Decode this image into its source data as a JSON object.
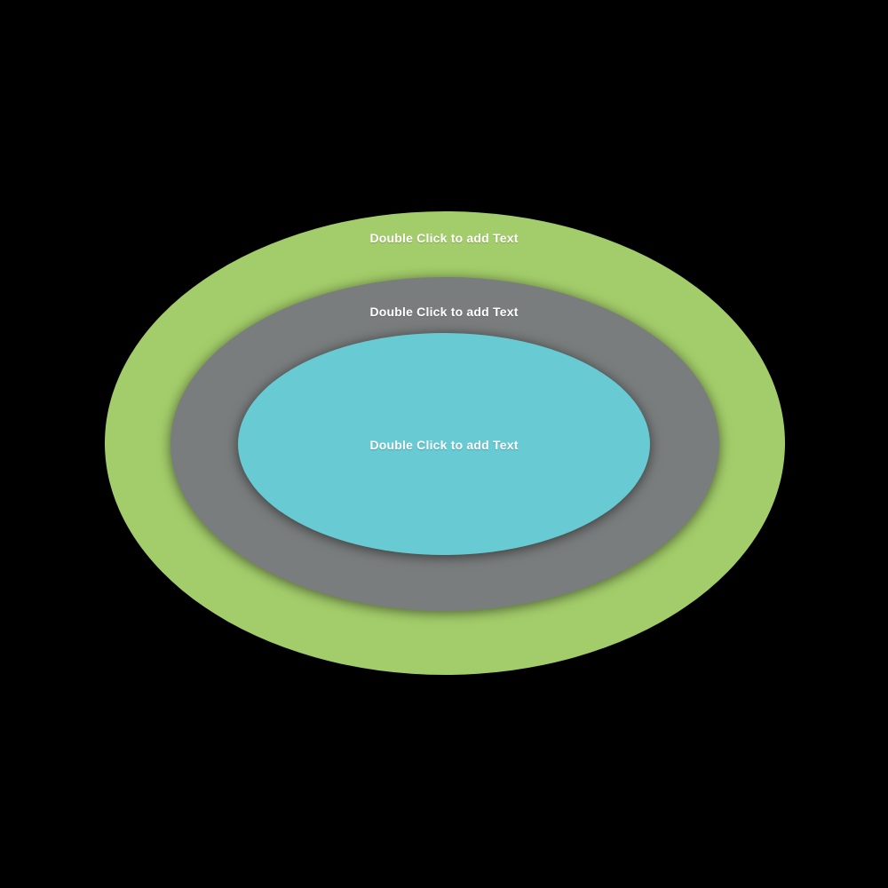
{
  "diagram": {
    "kind": "onion-diagram",
    "background_color": "#000000",
    "text_color": "#FFFFFF",
    "rings": [
      {
        "id": "outer",
        "label": "Double Click to add Text",
        "color": "#A3CD6A"
      },
      {
        "id": "middle",
        "label": "Double Click to add Text",
        "color": "#7A7D7D"
      },
      {
        "id": "inner",
        "label": "Double Click to add Text",
        "color": "#68CAD3"
      }
    ]
  }
}
